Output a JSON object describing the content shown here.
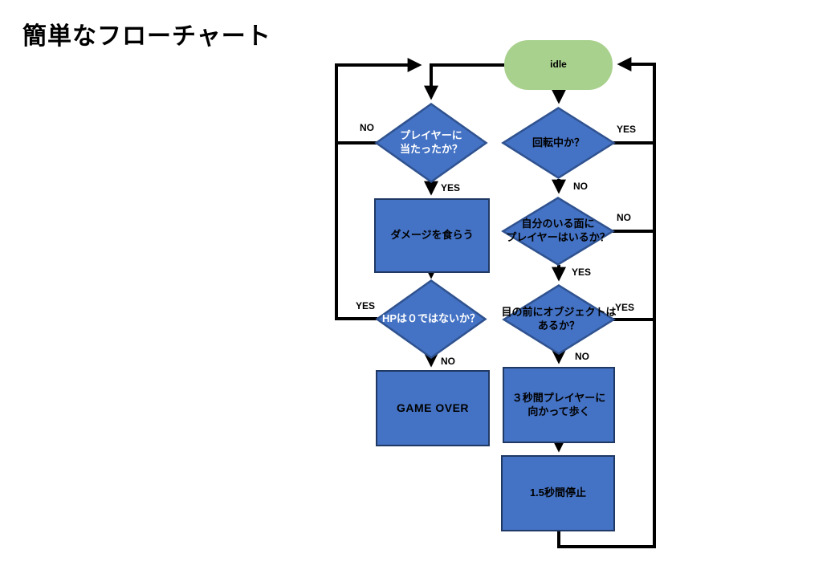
{
  "title": "簡単なフローチャート",
  "colors": {
    "node_blue": "#4472C4",
    "node_blue_border_rect": "#1F3864",
    "node_blue_border_diamond": "#2F528F",
    "node_green": "#A9D18E",
    "connector": "#000000",
    "text_light": "#FFFFFF",
    "text_dark": "#000000"
  },
  "nodes": {
    "idle": {
      "label": "idle",
      "type": "terminator"
    },
    "hit_check": {
      "label": "プレイヤーに\n当たったか？",
      "type": "decision"
    },
    "damage": {
      "label": "ダメージを食らう",
      "type": "process"
    },
    "hp_check": {
      "label": "HPは０ではないか？",
      "type": "decision"
    },
    "game_over": {
      "label": "GAME OVER",
      "type": "process"
    },
    "rotate_check": {
      "label": "回転中か？",
      "type": "decision"
    },
    "side_check": {
      "label": "自分のいる面に\nプレイヤーはいるか？",
      "type": "decision"
    },
    "front_check": {
      "label": "目の前にオブジェクトは\nあるか？",
      "type": "decision"
    },
    "walk": {
      "label": "３秒間プレイヤーに\n向かって歩く",
      "type": "process"
    },
    "stop": {
      "label": "1.5秒間停止",
      "type": "process"
    }
  },
  "edge_labels": {
    "hit_no": "NO",
    "hit_yes": "YES",
    "hp_yes": "YES",
    "hp_no": "NO",
    "rotate_yes": "YES",
    "rotate_no": "NO",
    "side_no": "NO",
    "side_yes": "YES",
    "front_yes": "YES",
    "front_no": "NO"
  }
}
